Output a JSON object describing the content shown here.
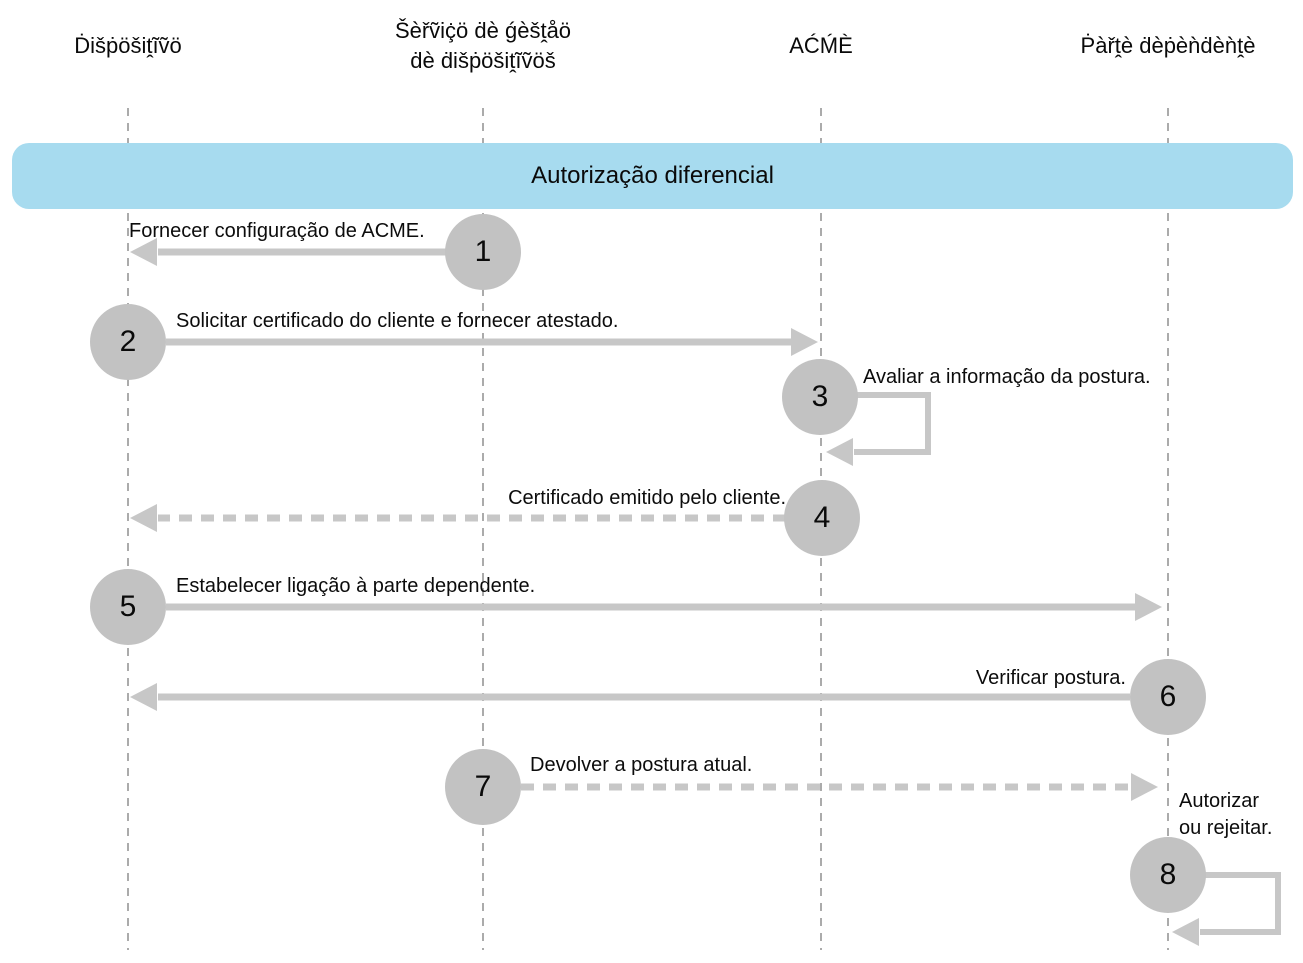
{
  "colors": {
    "banner_bg": "#A7DBEF",
    "circle_fill": "#C2C2C2",
    "arrow_gray": "#C7C7C7",
    "lifeline_gray": "#ABABAB",
    "text": "#0B0B0B"
  },
  "diagram": {
    "banner": {
      "label": "Autorização diferencial"
    },
    "actors": [
      {
        "line1": "Ḋišṗöšiṱĩṽö",
        "line2": ""
      },
      {
        "line1": "Šèřṽiç̇ö ḋè ǵèšṱåö",
        "line2": "ḋè ḋišṗöšiṱĩṽöš"
      },
      {
        "line1": "AĆḾÈ",
        "line2": ""
      },
      {
        "line1": "Ṗàřṱè ḋèṗèǹḋèǹṱè",
        "line2": ""
      }
    ],
    "steps": [
      {
        "number": "1",
        "text": "Fornecer configuração de ACME."
      },
      {
        "number": "2",
        "text": "Solicitar certificado do cliente e fornecer atestado."
      },
      {
        "number": "3",
        "text": "Avaliar a informação da postura."
      },
      {
        "number": "4",
        "text": "Certificado emitido pelo cliente."
      },
      {
        "number": "5",
        "text": "Estabelecer ligação à parte dependente."
      },
      {
        "number": "6",
        "text": "Verificar postura."
      },
      {
        "number": "7",
        "text": "Devolver a postura atual."
      },
      {
        "number": "8",
        "line1": "Autorizar",
        "line2": "ou rejeitar."
      }
    ]
  }
}
